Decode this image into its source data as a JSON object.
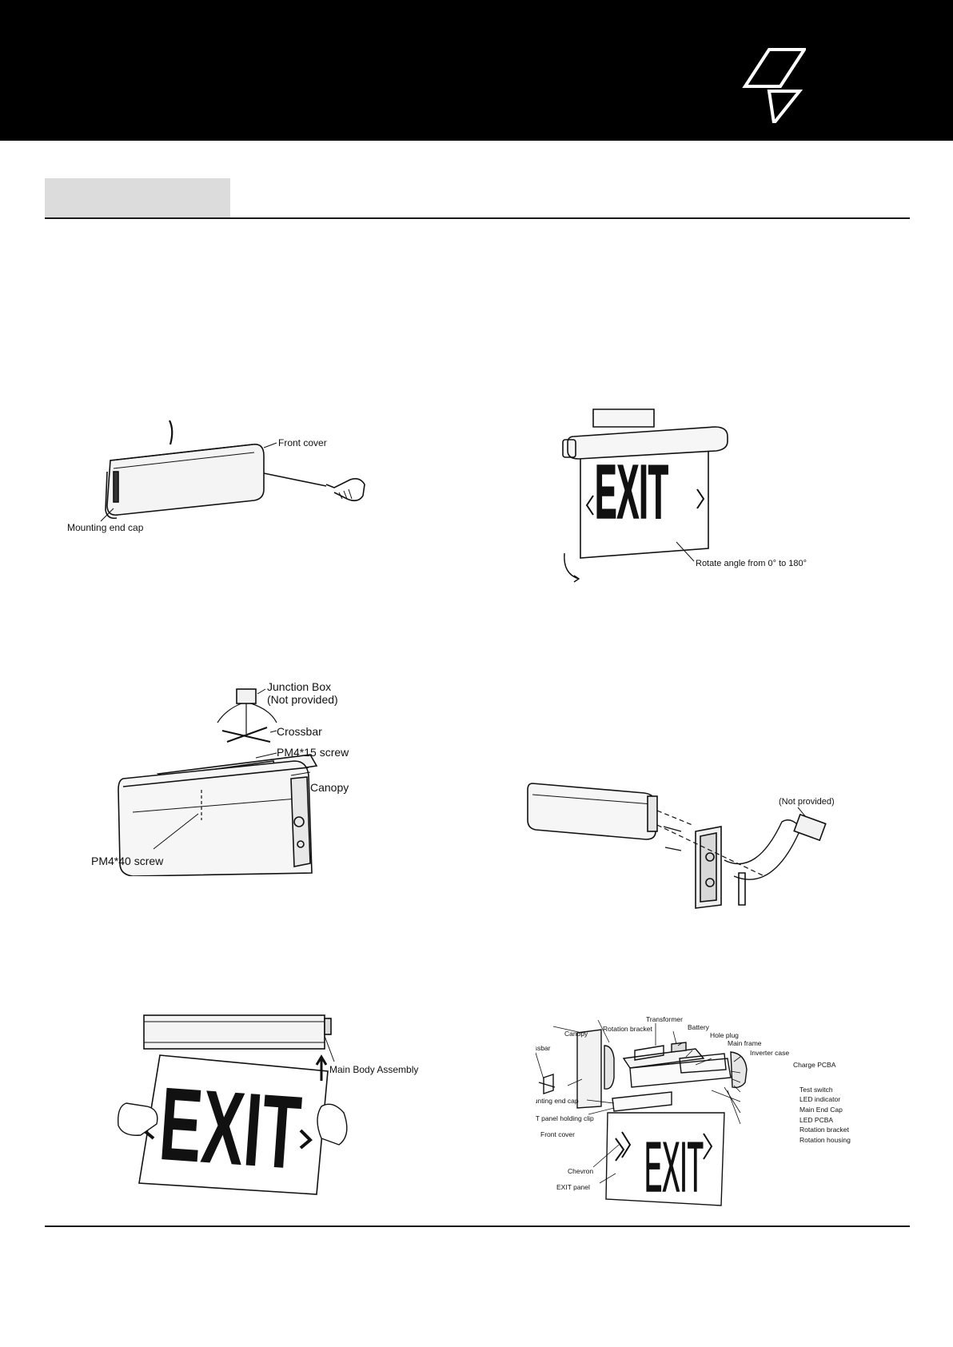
{
  "figures": {
    "front_cover": {
      "front_cover": "Front cover",
      "mounting_end_cap": "Mounting end cap"
    },
    "rotate": {
      "exit_word": "EXIT",
      "rotate_angle": "Rotate angle from 0° to 180°"
    },
    "ceiling_mount": {
      "junction_box": "Junction Box",
      "not_provided": "(Not provided)",
      "crossbar": "Crossbar",
      "pm415": "PM4*15 screw",
      "canopy": "Canopy",
      "pm440": "PM4*40 screw"
    },
    "wall_mount": {
      "not_provided": "(Not provided)"
    },
    "panel_insert": {
      "exit_word": "EXIT",
      "main_body": "Main Body Assembly"
    },
    "exploded": {
      "exit_word": "EXIT",
      "labels": {
        "transformer": "Transformer",
        "battery": "Battery",
        "rotation_bracket_top": "Rotation bracket",
        "canopy": "Canopy",
        "hole_plug": "Hole plug",
        "main_frame": "Main frame",
        "crossbar": "Crossbar",
        "inverter_case": "Inverter case",
        "charge_pcba": "Charge PCBA",
        "test_switch": "Test switch",
        "led_indicator": "LED indicator",
        "mounting_end_cap": "Mounting end cap",
        "main_end_cap": "Main End Cap",
        "exit_panel_holding_clip": "EXIT panel holding clip",
        "led_pcba": "LED PCBA",
        "front_cover": "Front cover",
        "rotation_bracket": "Rotation bracket",
        "rotation_housing": "Rotation housing",
        "chevron": "Chevron",
        "exit_panel": "EXIT panel"
      }
    }
  },
  "colors": {
    "header": "#000000",
    "tab": "#dcdcdc"
  },
  "icons": {
    "logo": "lightning-bolt-logo"
  }
}
